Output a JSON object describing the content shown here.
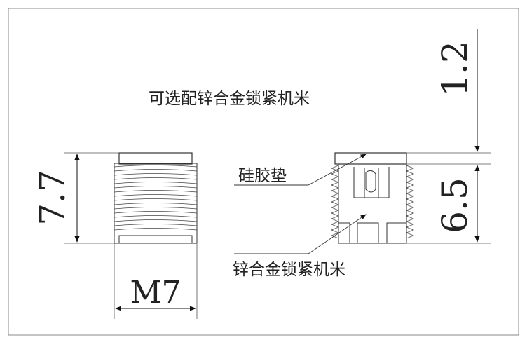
{
  "labels": {
    "title": "可选配锌合金锁紧机米",
    "gasket": "硅胶垫",
    "insert": "锌合金锁紧机米"
  },
  "dimensions": {
    "height_left": "7.7",
    "thread": "M7",
    "top_gap": "1.2",
    "height_right": "6.5"
  },
  "colors": {
    "line": "#333333",
    "thin": "#555555",
    "background": "#ffffff"
  }
}
